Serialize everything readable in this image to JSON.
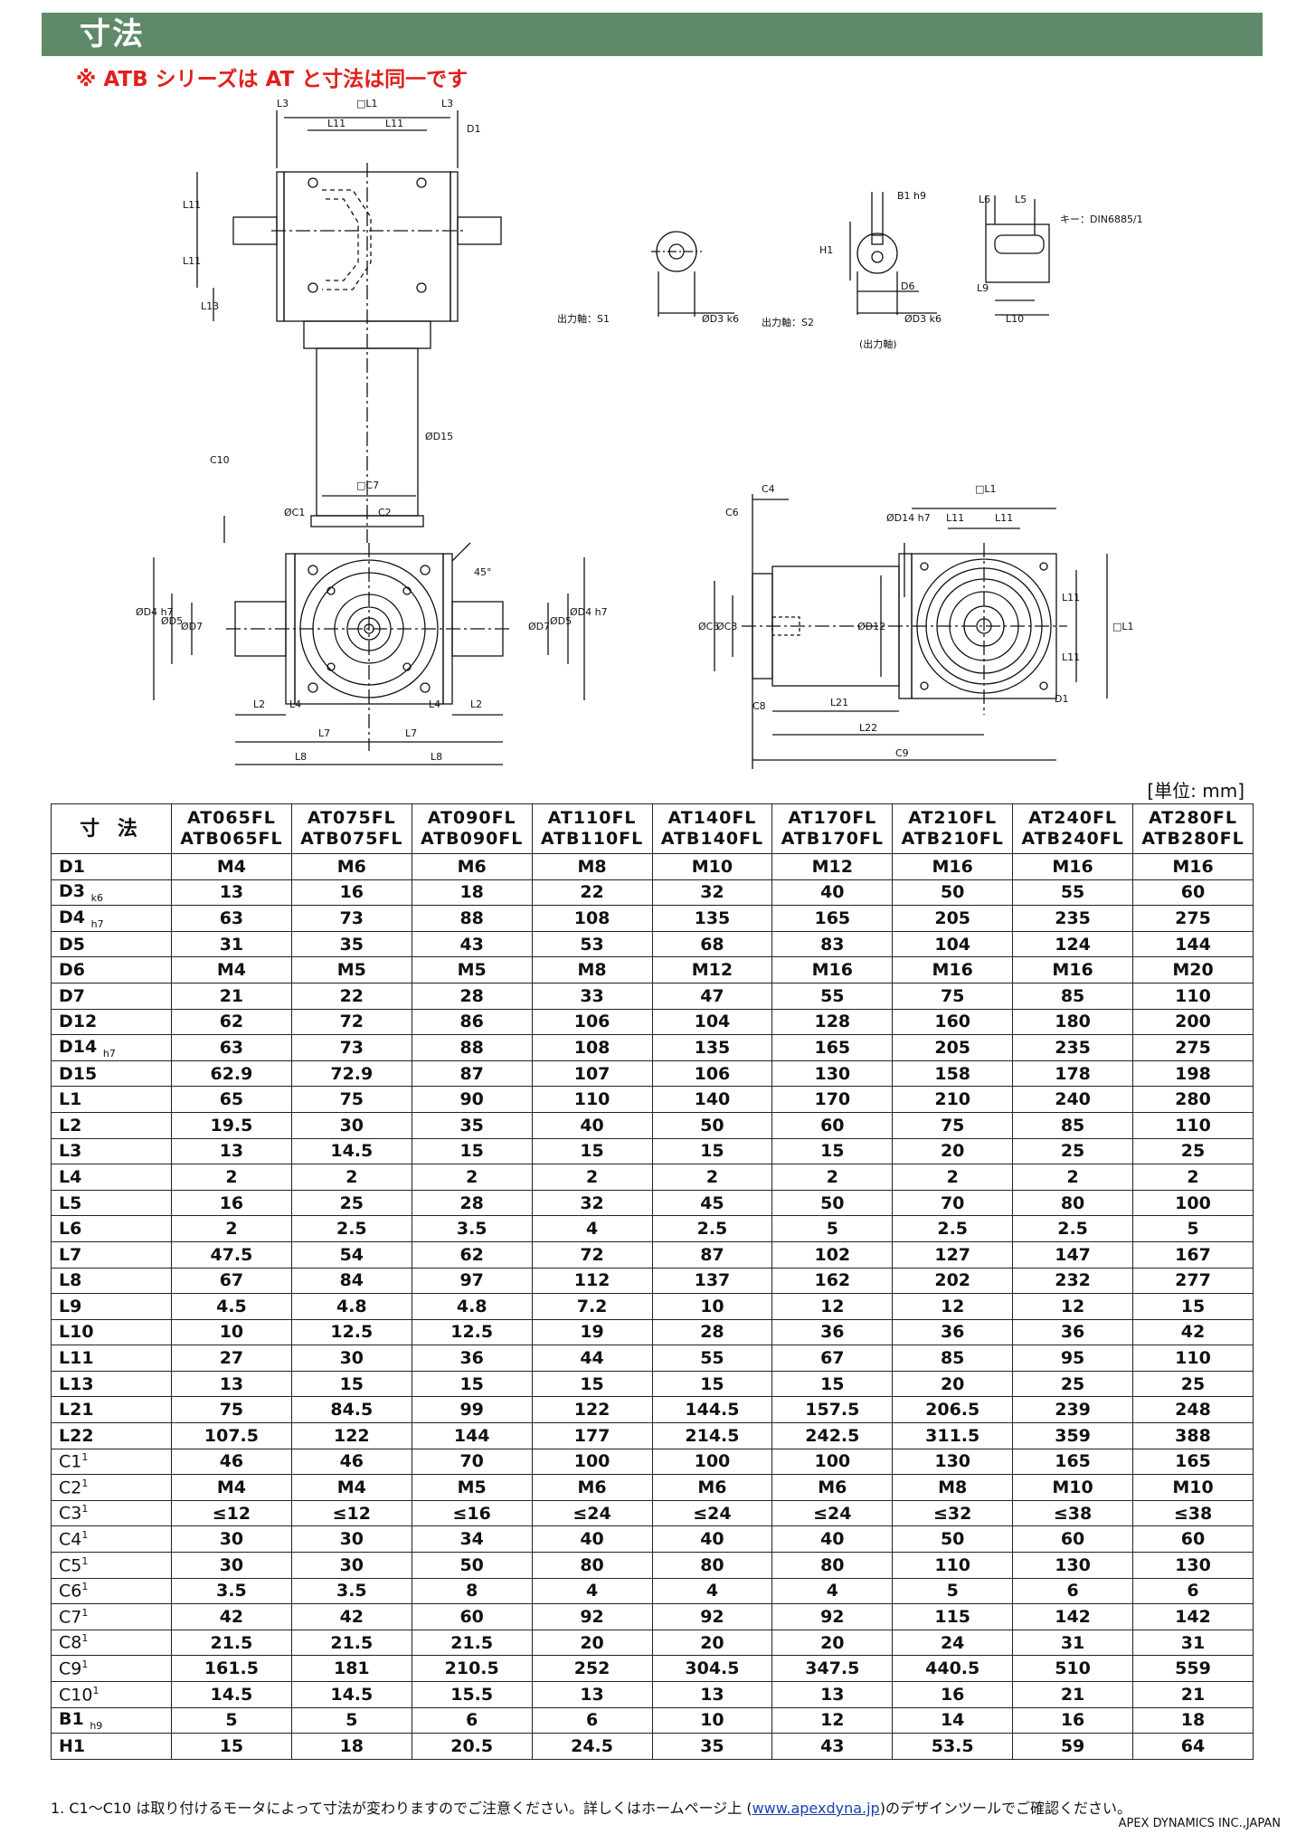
{
  "header": {
    "title": "寸法"
  },
  "note": "※ ATB シリーズは AT と寸法は同一です",
  "drawing_labels": {
    "top_view": [
      "L3",
      "□L1",
      "L3",
      "L11",
      "L11",
      "D1",
      "L11",
      "L11",
      "L13",
      "ØD15",
      "C10"
    ],
    "shaft_s1": [
      "出力軸：S1",
      "ØD3 k6"
    ],
    "shaft_s2": [
      "B1 h9",
      "H1",
      "D6",
      "ØD3 k6",
      "出力軸：S2",
      "(出力軸)"
    ],
    "key": [
      "L6",
      "L5",
      "キー：DIN6885/1",
      "L9",
      "L10"
    ],
    "front_view": [
      "□C7",
      "ØC1",
      "C2",
      "45°",
      "ØD4 h7",
      "ØD5",
      "ØD7",
      "ØD7",
      "ØD5",
      "ØD4 h7",
      "L2",
      "L4",
      "L4",
      "L2",
      "L7",
      "L7",
      "L8",
      "L8"
    ],
    "side_view": [
      "C4",
      "C6",
      "□L1",
      "L11",
      "L11",
      "ØD14 h7",
      "ØC5",
      "ØC3",
      "ØD12",
      "L11",
      "L11",
      "□L1",
      "C8",
      "L21",
      "D1",
      "L22",
      "C9"
    ]
  },
  "unit_note": "[単位: mm]",
  "table": {
    "corner": "寸 法",
    "columns": [
      [
        "AT065FL",
        "ATB065FL"
      ],
      [
        "AT075FL",
        "ATB075FL"
      ],
      [
        "AT090FL",
        "ATB090FL"
      ],
      [
        "AT110FL",
        "ATB110FL"
      ],
      [
        "AT140FL",
        "ATB140FL"
      ],
      [
        "AT170FL",
        "ATB170FL"
      ],
      [
        "AT210FL",
        "ATB210FL"
      ],
      [
        "AT240FL",
        "ATB240FL"
      ],
      [
        "AT280FL",
        "ATB280FL"
      ]
    ],
    "rows": [
      {
        "label": "D1",
        "sub": "",
        "sup": "",
        "values": [
          "M4",
          "M6",
          "M6",
          "M8",
          "M10",
          "M12",
          "M16",
          "M16",
          "M16"
        ]
      },
      {
        "label": "D3",
        "sub": "k6",
        "sup": "",
        "values": [
          "13",
          "16",
          "18",
          "22",
          "32",
          "40",
          "50",
          "55",
          "60"
        ]
      },
      {
        "label": "D4",
        "sub": "h7",
        "sup": "",
        "values": [
          "63",
          "73",
          "88",
          "108",
          "135",
          "165",
          "205",
          "235",
          "275"
        ]
      },
      {
        "label": "D5",
        "sub": "",
        "sup": "",
        "values": [
          "31",
          "35",
          "43",
          "53",
          "68",
          "83",
          "104",
          "124",
          "144"
        ]
      },
      {
        "label": "D6",
        "sub": "",
        "sup": "",
        "values": [
          "M4",
          "M5",
          "M5",
          "M8",
          "M12",
          "M16",
          "M16",
          "M16",
          "M20"
        ]
      },
      {
        "label": "D7",
        "sub": "",
        "sup": "",
        "values": [
          "21",
          "22",
          "28",
          "33",
          "47",
          "55",
          "75",
          "85",
          "110"
        ]
      },
      {
        "label": "D12",
        "sub": "",
        "sup": "",
        "values": [
          "62",
          "72",
          "86",
          "106",
          "104",
          "128",
          "160",
          "180",
          "200"
        ]
      },
      {
        "label": "D14",
        "sub": "h7",
        "sup": "",
        "values": [
          "63",
          "73",
          "88",
          "108",
          "135",
          "165",
          "205",
          "235",
          "275"
        ]
      },
      {
        "label": "D15",
        "sub": "",
        "sup": "",
        "values": [
          "62.9",
          "72.9",
          "87",
          "107",
          "106",
          "130",
          "158",
          "178",
          "198"
        ]
      },
      {
        "label": "L1",
        "sub": "",
        "sup": "",
        "values": [
          "65",
          "75",
          "90",
          "110",
          "140",
          "170",
          "210",
          "240",
          "280"
        ]
      },
      {
        "label": "L2",
        "sub": "",
        "sup": "",
        "values": [
          "19.5",
          "30",
          "35",
          "40",
          "50",
          "60",
          "75",
          "85",
          "110"
        ]
      },
      {
        "label": "L3",
        "sub": "",
        "sup": "",
        "values": [
          "13",
          "14.5",
          "15",
          "15",
          "15",
          "15",
          "20",
          "25",
          "25"
        ]
      },
      {
        "label": "L4",
        "sub": "",
        "sup": "",
        "values": [
          "2",
          "2",
          "2",
          "2",
          "2",
          "2",
          "2",
          "2",
          "2"
        ]
      },
      {
        "label": "L5",
        "sub": "",
        "sup": "",
        "values": [
          "16",
          "25",
          "28",
          "32",
          "45",
          "50",
          "70",
          "80",
          "100"
        ]
      },
      {
        "label": "L6",
        "sub": "",
        "sup": "",
        "values": [
          "2",
          "2.5",
          "3.5",
          "4",
          "2.5",
          "5",
          "2.5",
          "2.5",
          "5"
        ]
      },
      {
        "label": "L7",
        "sub": "",
        "sup": "",
        "values": [
          "47.5",
          "54",
          "62",
          "72",
          "87",
          "102",
          "127",
          "147",
          "167"
        ]
      },
      {
        "label": "L8",
        "sub": "",
        "sup": "",
        "values": [
          "67",
          "84",
          "97",
          "112",
          "137",
          "162",
          "202",
          "232",
          "277"
        ]
      },
      {
        "label": "L9",
        "sub": "",
        "sup": "",
        "values": [
          "4.5",
          "4.8",
          "4.8",
          "7.2",
          "10",
          "12",
          "12",
          "12",
          "15"
        ]
      },
      {
        "label": "L10",
        "sub": "",
        "sup": "",
        "values": [
          "10",
          "12.5",
          "12.5",
          "19",
          "28",
          "36",
          "36",
          "36",
          "42"
        ]
      },
      {
        "label": "L11",
        "sub": "",
        "sup": "",
        "values": [
          "27",
          "30",
          "36",
          "44",
          "55",
          "67",
          "85",
          "95",
          "110"
        ]
      },
      {
        "label": "L13",
        "sub": "",
        "sup": "",
        "values": [
          "13",
          "15",
          "15",
          "15",
          "15",
          "15",
          "20",
          "25",
          "25"
        ]
      },
      {
        "label": "L21",
        "sub": "",
        "sup": "",
        "values": [
          "75",
          "84.5",
          "99",
          "122",
          "144.5",
          "157.5",
          "206.5",
          "239",
          "248"
        ]
      },
      {
        "label": "L22",
        "sub": "",
        "sup": "",
        "values": [
          "107.5",
          "122",
          "144",
          "177",
          "214.5",
          "242.5",
          "311.5",
          "359",
          "388"
        ]
      },
      {
        "label": "C1",
        "sub": "",
        "sup": "1",
        "values": [
          "46",
          "46",
          "70",
          "100",
          "100",
          "100",
          "130",
          "165",
          "165"
        ]
      },
      {
        "label": "C2",
        "sub": "",
        "sup": "1",
        "values": [
          "M4",
          "M4",
          "M5",
          "M6",
          "M6",
          "M6",
          "M8",
          "M10",
          "M10"
        ]
      },
      {
        "label": "C3",
        "sub": "",
        "sup": "1",
        "values": [
          "≤12",
          "≤12",
          "≤16",
          "≤24",
          "≤24",
          "≤24",
          "≤32",
          "≤38",
          "≤38"
        ]
      },
      {
        "label": "C4",
        "sub": "",
        "sup": "1",
        "values": [
          "30",
          "30",
          "34",
          "40",
          "40",
          "40",
          "50",
          "60",
          "60"
        ]
      },
      {
        "label": "C5",
        "sub": "",
        "sup": "1",
        "values": [
          "30",
          "30",
          "50",
          "80",
          "80",
          "80",
          "110",
          "130",
          "130"
        ]
      },
      {
        "label": "C6",
        "sub": "",
        "sup": "1",
        "values": [
          "3.5",
          "3.5",
          "8",
          "4",
          "4",
          "4",
          "5",
          "6",
          "6"
        ]
      },
      {
        "label": "C7",
        "sub": "",
        "sup": "1",
        "values": [
          "42",
          "42",
          "60",
          "92",
          "92",
          "92",
          "115",
          "142",
          "142"
        ]
      },
      {
        "label": "C8",
        "sub": "",
        "sup": "1",
        "values": [
          "21.5",
          "21.5",
          "21.5",
          "20",
          "20",
          "20",
          "24",
          "31",
          "31"
        ]
      },
      {
        "label": "C9",
        "sub": "",
        "sup": "1",
        "values": [
          "161.5",
          "181",
          "210.5",
          "252",
          "304.5",
          "347.5",
          "440.5",
          "510",
          "559"
        ]
      },
      {
        "label": "C10",
        "sub": "",
        "sup": "1",
        "values": [
          "14.5",
          "14.5",
          "15.5",
          "13",
          "13",
          "13",
          "16",
          "21",
          "21"
        ]
      },
      {
        "label": "B1",
        "sub": "h9",
        "sup": "",
        "values": [
          "5",
          "5",
          "6",
          "6",
          "10",
          "12",
          "14",
          "16",
          "18"
        ]
      },
      {
        "label": "H1",
        "sub": "",
        "sup": "",
        "values": [
          "15",
          "18",
          "20.5",
          "24.5",
          "35",
          "43",
          "53.5",
          "59",
          "64"
        ]
      }
    ]
  },
  "footnote": {
    "text_before": "1. C1～C10 は取り付けるモータによって寸法が変わりますのでご注意ください。詳しくはホームページ上 (",
    "link": "www.apexdyna.jp",
    "text_after": ")のデザインツールでご確認ください。"
  },
  "company": "APEX DYNAMICS INC.,JAPAN"
}
